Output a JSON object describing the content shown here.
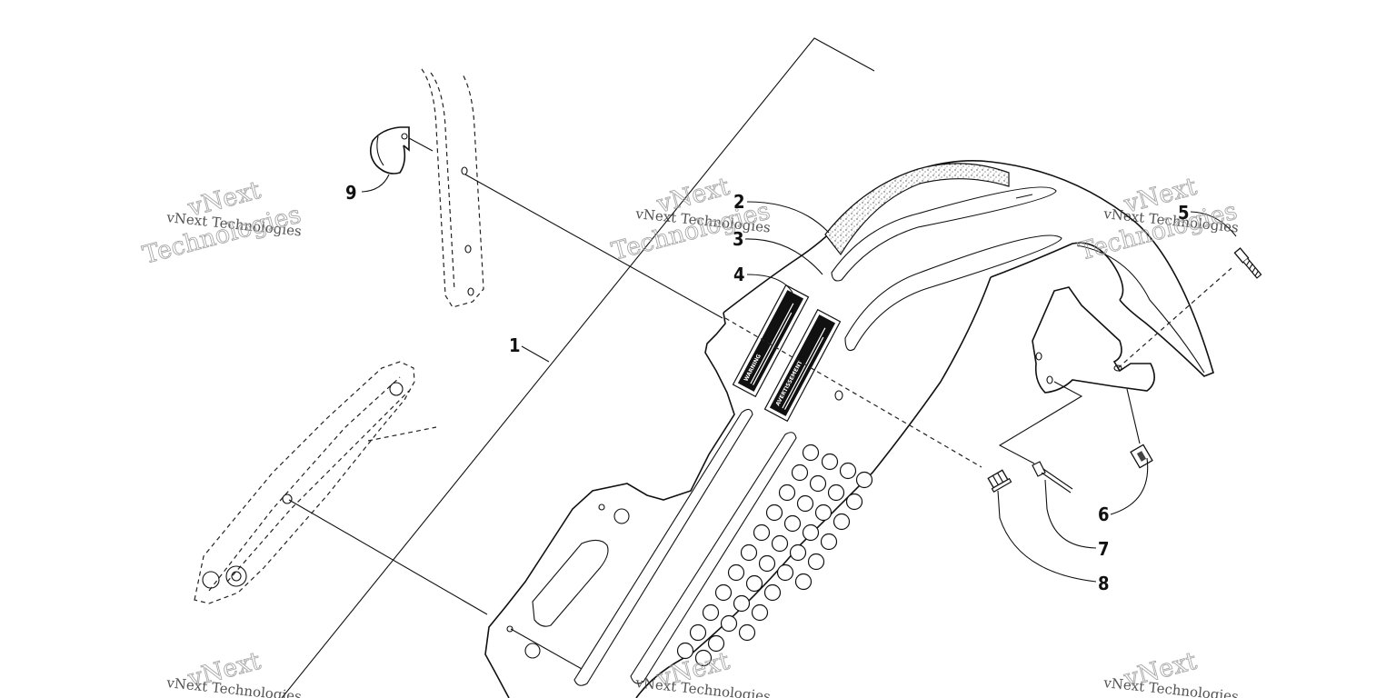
{
  "callouts": {
    "c1": "1",
    "c2": "2",
    "c3": "3",
    "c4": "4",
    "c5": "5",
    "c6": "6",
    "c7": "7",
    "c8": "8",
    "c9": "9"
  },
  "decals": {
    "warning": "WARNING",
    "avertissement": "AVERTISSEMENT"
  },
  "watermark": {
    "line1": "vNext Technologies",
    "big1": "vNext",
    "big2": "Technologies"
  }
}
